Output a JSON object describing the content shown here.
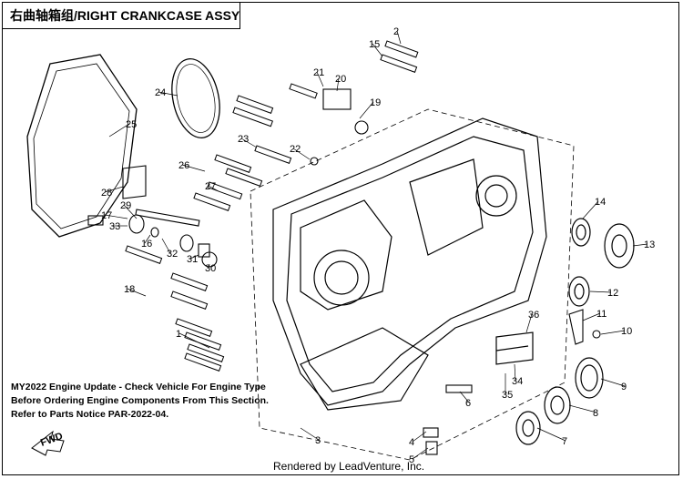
{
  "title": "右曲轴箱组/RIGHT CRANKCASE ASSY",
  "notice": [
    "MY2022 Engine Update - Check Vehicle For Engine Type",
    "Before Ordering Engine Components From This Section.",
    "Refer to Parts Notice PAR-2022-04."
  ],
  "footer": "Rendered by LeadVenture, Inc.",
  "fwd_label": "FWD",
  "callouts": [
    "1",
    "2",
    "3",
    "4",
    "5",
    "6",
    "7",
    "8",
    "9",
    "10",
    "11",
    "12",
    "13",
    "14",
    "15",
    "16",
    "17",
    "18",
    "19",
    "20",
    "21",
    "22",
    "23",
    "24",
    "25",
    "26",
    "27",
    "28",
    "29",
    "30",
    "31",
    "32",
    "33",
    "34",
    "35",
    "36"
  ]
}
